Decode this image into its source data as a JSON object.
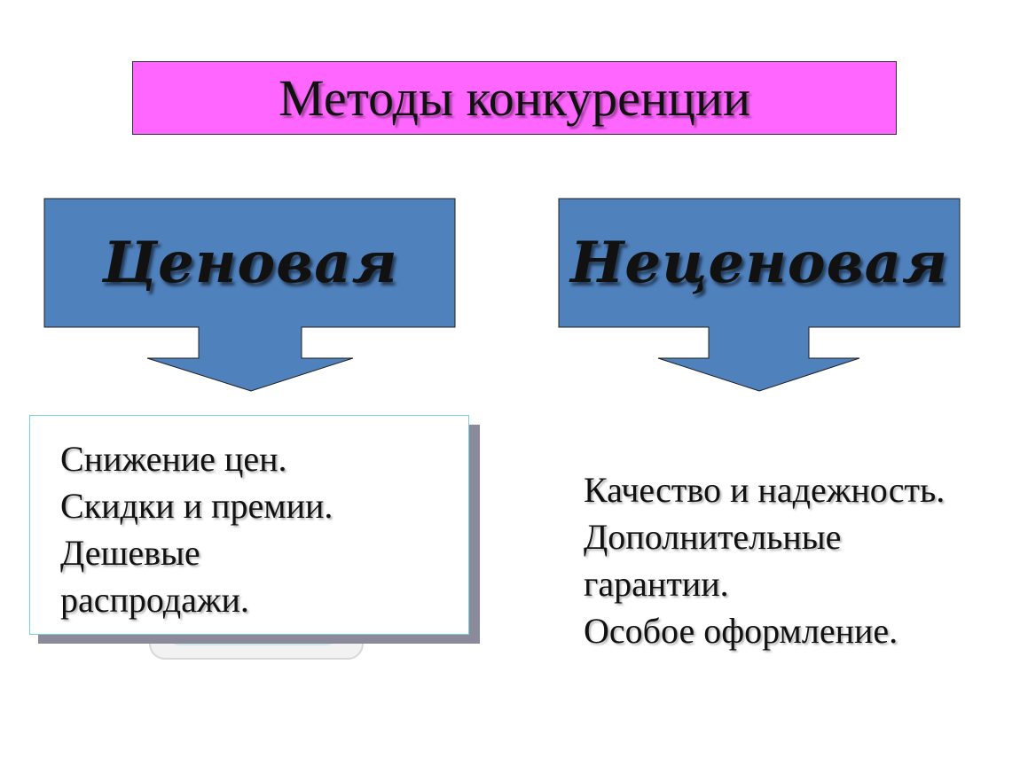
{
  "title": "Методы конкуренции",
  "colors": {
    "title_bg": "#ff66ff",
    "arrow_fill": "#4f81bd",
    "list_border": "#7fd0d4"
  },
  "left": {
    "label": "Ценовая",
    "items": [
      "Снижение цен.",
      "Скидки и премии.",
      "Дешевые",
      "распродажи."
    ]
  },
  "right": {
    "label": "Неценовая",
    "items": [
      "Качество и надежность.",
      "Дополнительные",
      "гарантии.",
      "Особое оформление."
    ]
  }
}
